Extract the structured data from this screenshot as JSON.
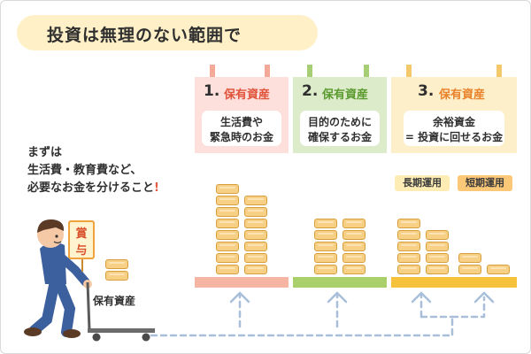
{
  "title": "投資は無理のない範囲で",
  "intro": {
    "line1": "まずは",
    "line2": "生活費・教育費など、",
    "line3": "必要なお金を分けること",
    "exclamation": "!"
  },
  "steps": [
    {
      "number": "1.",
      "label": "保有資産",
      "desc_line1": "生活費や",
      "desc_line2": "緊急時のお金",
      "header_color": "#fde0db",
      "label_color": "#e0523a",
      "shelf_color": "#f6b4a3",
      "coins": 14
    },
    {
      "number": "2.",
      "label": "保有資産",
      "desc_line1": "目的のために",
      "desc_line2": "確保するお金",
      "header_color": "#dcebc9",
      "label_color": "#5a9a2f",
      "shelf_color": "#a9d06a",
      "coins": 10
    },
    {
      "number": "3.",
      "label": "保有資産",
      "desc_line1": "余裕資金",
      "desc_line2": "= 投資に回せるお金",
      "header_color": "#fcefc9",
      "label_color": "#e9822b",
      "shelf_color": "#f7c23b",
      "coins": 10
    }
  ],
  "tags": {
    "long_term": "長期運用",
    "short_term": "短期運用",
    "long_color": "#fdedb5",
    "short_color": "#fbc878"
  },
  "person": {
    "bonus_sign_line1": "賞",
    "bonus_sign_line2": "与",
    "cart_label": "保有資産",
    "shirt_color": "#3c5f9e",
    "hair_color": "#5b3a26"
  },
  "colors": {
    "title_bg": "#fff0c7",
    "arrow": "#a9bfd9",
    "coin_fill": "#f7cf85",
    "coin_border": "#d69f3c"
  }
}
